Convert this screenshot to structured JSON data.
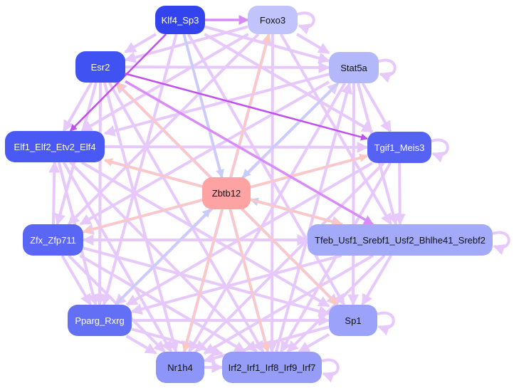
{
  "graph": {
    "title": "Transcription factor regulatory network",
    "nodes": [
      {
        "id": "Klf4_Sp3",
        "label": "Klf4_Sp3",
        "color": "#3344ee",
        "text_color": "#ffffff"
      },
      {
        "id": "Foxo3",
        "label": "Foxo3",
        "color": "#c0c4fb",
        "text_color": "#111111"
      },
      {
        "id": "Esr2",
        "label": "Esr2",
        "color": "#4152f3",
        "text_color": "#ffffff"
      },
      {
        "id": "Stat5a",
        "label": "Stat5a",
        "color": "#b3b8fa",
        "text_color": "#111111"
      },
      {
        "id": "Elf1_Elf2_Etv2_Elf4",
        "label": "Elf1_Elf2_Etv2_Elf4",
        "color": "#4a58f4",
        "text_color": "#ffffff"
      },
      {
        "id": "Tgif1_Meis3",
        "label": "Tgif1_Meis3",
        "color": "#5562f4",
        "text_color": "#ffffff"
      },
      {
        "id": "Zbtb12",
        "label": "Zbtb12",
        "color": "#fda3a3",
        "text_color": "#111111"
      },
      {
        "id": "Zfx_Zfp711",
        "label": "Zfx_Zfp711",
        "color": "#5a66f4",
        "text_color": "#ffffff"
      },
      {
        "id": "Tfeb_Usf1_Srebf1_Usf2_Bhlhe41_Srebf2",
        "label": "Tfeb_Usf1_Srebf1_Usf2_Bhlhe41_Srebf2",
        "color": "#a4aafa",
        "text_color": "#111111"
      },
      {
        "id": "Pparg_Rxrg",
        "label": "Pparg_Rxrg",
        "color": "#6370f5",
        "text_color": "#ffffff"
      },
      {
        "id": "Sp1",
        "label": "Sp1",
        "color": "#9ba2fa",
        "text_color": "#111111"
      },
      {
        "id": "Nr1h4",
        "label": "Nr1h4",
        "color": "#8d96f8",
        "text_color": "#111111"
      },
      {
        "id": "Irf2_Irf1_Irf8_Irf9_Irf7",
        "label": "Irf2_Irf1_Irf8_Irf9_Irf7",
        "color": "#959df9",
        "text_color": "#111111"
      }
    ],
    "edge_colors": {
      "default": "#e6c8fb",
      "strong": "#c04ef0",
      "medium": "#d98bf7",
      "to_zbtb12_pink": "#fcc8c0",
      "to_zbtb12_blue": "#c5cdf8"
    },
    "edges": [
      {
        "from": "Klf4_Sp3",
        "to": "Foxo3",
        "type": "medium"
      },
      {
        "from": "Klf4_Sp3",
        "to": "Elf1_Elf2_Etv2_Elf4",
        "type": "strong"
      },
      {
        "from": "Esr2",
        "to": "Tgif1_Meis3",
        "type": "strong"
      },
      {
        "from": "Esr2",
        "to": "Tfeb_Usf1_Srebf1_Usf2_Bhlhe41_Srebf2",
        "type": "medium"
      },
      {
        "from": "Klf4_Sp3",
        "to": "Stat5a",
        "type": "default"
      },
      {
        "from": "Klf4_Sp3",
        "to": "Esr2",
        "type": "default"
      },
      {
        "from": "Klf4_Sp3",
        "to": "Tgif1_Meis3",
        "type": "default"
      },
      {
        "from": "Klf4_Sp3",
        "to": "Sp1",
        "type": "default"
      },
      {
        "from": "Klf4_Sp3",
        "to": "Pparg_Rxrg",
        "type": "default"
      },
      {
        "from": "Klf4_Sp3",
        "to": "Irf2_Irf1_Irf8_Irf9_Irf7",
        "type": "default"
      },
      {
        "from": "Klf4_Sp3",
        "to": "Zbtb12",
        "type": "to_zbtb12_blue"
      },
      {
        "from": "Foxo3",
        "to": "Stat5a",
        "type": "default"
      },
      {
        "from": "Foxo3",
        "to": "Esr2",
        "type": "default"
      },
      {
        "from": "Foxo3",
        "to": "Nr1h4",
        "type": "default"
      },
      {
        "from": "Foxo3",
        "to": "Irf2_Irf1_Irf8_Irf9_Irf7",
        "type": "default"
      },
      {
        "from": "Foxo3",
        "to": "Zfx_Zfp711",
        "type": "default"
      },
      {
        "from": "Foxo3",
        "to": "Elf1_Elf2_Etv2_Elf4",
        "type": "default"
      },
      {
        "from": "Foxo3",
        "to": "Tfeb_Usf1_Srebf1_Usf2_Bhlhe41_Srebf2",
        "type": "default"
      },
      {
        "from": "Zbtb12",
        "to": "Foxo3",
        "type": "to_zbtb12_pink"
      },
      {
        "from": "Esr2",
        "to": "Stat5a",
        "type": "default"
      },
      {
        "from": "Esr2",
        "to": "Elf1_Elf2_Etv2_Elf4",
        "type": "default"
      },
      {
        "from": "Esr2",
        "to": "Sp1",
        "type": "default"
      },
      {
        "from": "Esr2",
        "to": "Nr1h4",
        "type": "default"
      },
      {
        "from": "Esr2",
        "to": "Pparg_Rxrg",
        "type": "default"
      },
      {
        "from": "Esr2",
        "to": "Zfx_Zfp711",
        "type": "default"
      },
      {
        "from": "Esr2",
        "to": "Irf2_Irf1_Irf8_Irf9_Irf7",
        "type": "default"
      },
      {
        "from": "Zbtb12",
        "to": "Esr2",
        "type": "to_zbtb12_pink"
      },
      {
        "from": "Stat5a",
        "to": "Tgif1_Meis3",
        "type": "default"
      },
      {
        "from": "Stat5a",
        "to": "Elf1_Elf2_Etv2_Elf4",
        "type": "default"
      },
      {
        "from": "Stat5a",
        "to": "Tfeb_Usf1_Srebf1_Usf2_Bhlhe41_Srebf2",
        "type": "default"
      },
      {
        "from": "Stat5a",
        "to": "Sp1",
        "type": "default"
      },
      {
        "from": "Stat5a",
        "to": "Pparg_Rxrg",
        "type": "default"
      },
      {
        "from": "Stat5a",
        "to": "Nr1h4",
        "type": "default"
      },
      {
        "from": "Stat5a",
        "to": "Zfx_Zfp711",
        "type": "default"
      },
      {
        "from": "Stat5a",
        "to": "Zbtb12",
        "type": "to_zbtb12_blue"
      },
      {
        "from": "Elf1_Elf2_Etv2_Elf4",
        "to": "Tgif1_Meis3",
        "type": "default"
      },
      {
        "from": "Elf1_Elf2_Etv2_Elf4",
        "to": "Tfeb_Usf1_Srebf1_Usf2_Bhlhe41_Srebf2",
        "type": "default"
      },
      {
        "from": "Elf1_Elf2_Etv2_Elf4",
        "to": "Sp1",
        "type": "default"
      },
      {
        "from": "Elf1_Elf2_Etv2_Elf4",
        "to": "Irf2_Irf1_Irf8_Irf9_Irf7",
        "type": "default"
      },
      {
        "from": "Elf1_Elf2_Etv2_Elf4",
        "to": "Nr1h4",
        "type": "default"
      },
      {
        "from": "Elf1_Elf2_Etv2_Elf4",
        "to": "Pparg_Rxrg",
        "type": "default"
      },
      {
        "from": "Zbtb12",
        "to": "Elf1_Elf2_Etv2_Elf4",
        "type": "to_zbtb12_pink"
      },
      {
        "from": "Tgif1_Meis3",
        "to": "Tfeb_Usf1_Srebf1_Usf2_Bhlhe41_Srebf2",
        "type": "default"
      },
      {
        "from": "Tgif1_Meis3",
        "to": "Zfx_Zfp711",
        "type": "default"
      },
      {
        "from": "Tgif1_Meis3",
        "to": "Pparg_Rxrg",
        "type": "default"
      },
      {
        "from": "Tgif1_Meis3",
        "to": "Nr1h4",
        "type": "default"
      },
      {
        "from": "Tgif1_Meis3",
        "to": "Irf2_Irf1_Irf8_Irf9_Irf7",
        "type": "default"
      },
      {
        "from": "Zbtb12",
        "to": "Tgif1_Meis3",
        "type": "to_zbtb12_pink"
      },
      {
        "from": "Zfx_Zfp711",
        "to": "Elf1_Elf2_Etv2_Elf4",
        "type": "default"
      },
      {
        "from": "Zfx_Zfp711",
        "to": "Tfeb_Usf1_Srebf1_Usf2_Bhlhe41_Srebf2",
        "type": "default"
      },
      {
        "from": "Zfx_Zfp711",
        "to": "Sp1",
        "type": "default"
      },
      {
        "from": "Zfx_Zfp711",
        "to": "Pparg_Rxrg",
        "type": "default"
      },
      {
        "from": "Zfx_Zfp711",
        "to": "Nr1h4",
        "type": "default"
      },
      {
        "from": "Zfx_Zfp711",
        "to": "Irf2_Irf1_Irf8_Irf9_Irf7",
        "type": "default"
      },
      {
        "from": "Zbtb12",
        "to": "Zfx_Zfp711",
        "type": "to_zbtb12_pink"
      },
      {
        "from": "Tfeb_Usf1_Srebf1_Usf2_Bhlhe41_Srebf2",
        "to": "Zbtb12",
        "type": "to_zbtb12_blue"
      },
      {
        "from": "Zbtb12",
        "to": "Tfeb_Usf1_Srebf1_Usf2_Bhlhe41_Srebf2",
        "type": "to_zbtb12_pink"
      },
      {
        "from": "Tfeb_Usf1_Srebf1_Usf2_Bhlhe41_Srebf2",
        "to": "Sp1",
        "type": "default"
      },
      {
        "from": "Tfeb_Usf1_Srebf1_Usf2_Bhlhe41_Srebf2",
        "to": "Pparg_Rxrg",
        "type": "default"
      },
      {
        "from": "Tfeb_Usf1_Srebf1_Usf2_Bhlhe41_Srebf2",
        "to": "Nr1h4",
        "type": "default"
      },
      {
        "from": "Tfeb_Usf1_Srebf1_Usf2_Bhlhe41_Srebf2",
        "to": "Irf2_Irf1_Irf8_Irf9_Irf7",
        "type": "default"
      },
      {
        "from": "Pparg_Rxrg",
        "to": "Sp1",
        "type": "default"
      },
      {
        "from": "Pparg_Rxrg",
        "to": "Nr1h4",
        "type": "default"
      },
      {
        "from": "Pparg_Rxrg",
        "to": "Irf2_Irf1_Irf8_Irf9_Irf7",
        "type": "default"
      },
      {
        "from": "Pparg_Rxrg",
        "to": "Zbtb12",
        "type": "to_zbtb12_blue"
      },
      {
        "from": "Sp1",
        "to": "Nr1h4",
        "type": "default"
      },
      {
        "from": "Sp1",
        "to": "Irf2_Irf1_Irf8_Irf9_Irf7",
        "type": "default"
      },
      {
        "from": "Zbtb12",
        "to": "Sp1",
        "type": "to_zbtb12_pink"
      },
      {
        "from": "Nr1h4",
        "to": "Irf2_Irf1_Irf8_Irf9_Irf7",
        "type": "default"
      },
      {
        "from": "Zbtb12",
        "to": "Nr1h4",
        "type": "to_zbtb12_pink"
      },
      {
        "from": "Zbtb12",
        "to": "Irf2_Irf1_Irf8_Irf9_Irf7",
        "type": "to_zbtb12_pink"
      },
      {
        "from": "Tfeb_Usf1_Srebf1_Usf2_Bhlhe41_Srebf2",
        "to": "Zfx_Zfp711",
        "type": "default"
      },
      {
        "from": "Irf2_Irf1_Irf8_Irf9_Irf7",
        "to": "Stat5a",
        "type": "default"
      },
      {
        "from": "Nr1h4",
        "to": "Foxo3",
        "type": "default"
      },
      {
        "from": "Sp1",
        "to": "Esr2",
        "type": "default"
      },
      {
        "from": "Pparg_Rxrg",
        "to": "Stat5a",
        "type": "default"
      }
    ],
    "self_loops": [
      "Foxo3",
      "Stat5a",
      "Tgif1_Meis3",
      "Tfeb_Usf1_Srebf1_Usf2_Bhlhe41_Srebf2",
      "Sp1",
      "Irf2_Irf1_Irf8_Irf9_Irf7"
    ]
  }
}
